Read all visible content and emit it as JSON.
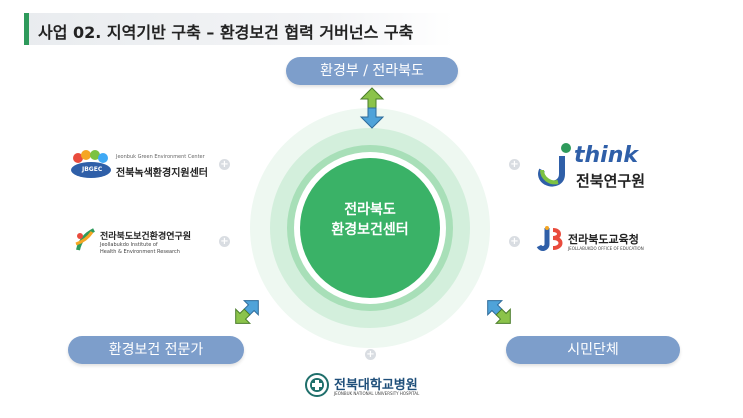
{
  "title": "사업 02. 지역기반 구축 – 환경보건 협력 거버넌스 구축",
  "pills": {
    "top": "환경부 / 전라북도",
    "left": "환경보건 전문가",
    "right": "시민단체"
  },
  "center": {
    "line1": "전라북도",
    "line2": "환경보건센터"
  },
  "partners": {
    "jbgec": {
      "badge": "JBGEC",
      "small": "Jeonbuk Green Environment Center",
      "name": "전북녹색환경지원센터"
    },
    "research_inst": {
      "name": "전라북도보건환경연구원",
      "en1": "Jeollabukdo Institute of",
      "en2": "Health & Environment Research"
    },
    "jthink": {
      "brand": "think",
      "name": "전북연구원"
    },
    "education": {
      "name": "전라북도교육청",
      "en": "JEOLLABUKDO OFFICE OF EDUCATION"
    },
    "hospital": {
      "name": "전북대학교병원",
      "en": "JEONBUK NATIONAL UNIVERSITY HOSPITAL"
    }
  },
  "colors": {
    "accent": "#2e9a5b",
    "pill": "#7d9ecb",
    "center": "#3ab267",
    "arrow_green": "#8bc34a",
    "arrow_blue": "#4fa3d9"
  }
}
